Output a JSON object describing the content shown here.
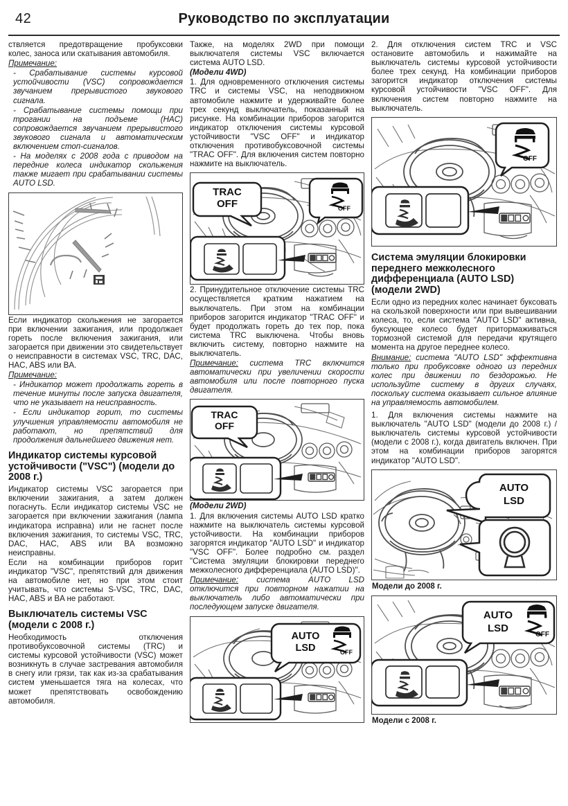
{
  "header": {
    "page_number": "42",
    "title": "Руководство по эксплуатации"
  },
  "columns": {
    "left": {
      "p1": "ствляется предотвращение пробуксовки колес, заноса или скатывания автомобиля.",
      "note_label_1": "Примечание:",
      "note1": "- Срабатывание системы курсовой устойчивости (VSC) сопровождается звучанием прерывистого звукового сигнала.",
      "note2": "- Срабатывание системы помощи при трогании на подъеме (HAC) сопровождается звучанием прерывистого звукового сигнала и автоматическим включением стоп-сигналов.",
      "note3": "- На моделях с 2008 года с приводом на передние колеса индикатор скольжения также мигает при срабатывании системы AUTO LSD.",
      "fig1_name": "Комбинация приборов с индикатором скольжения",
      "p2": "Если индикатор скольжения не загорается при включении зажигания, или продолжает гореть после включения зажигания, или загорается при движении это свидетельствует о неисправности в системах VSC, TRC, DAC, HAC, ABS или BA.",
      "note_label_2": "Примечание:",
      "note4": "- Индикатор может продолжать гореть в течение минуты после запуска двигателя, что не указывает на неисправность.",
      "note5": "- Если индикатор горит, то системы улучшения управляемости автомобиля не работают, но препятствий для продолжения дальнейшего движения нет.",
      "h1": "Индикатор системы курсовой устойчивости (\"VSC\") (модели до 2008 г.)",
      "p3": "Индикатор системы VSC загорается при включении зажигания, а затем должен погаснуть. Если индикатор системы VSC не загорается при включении зажигания (лампа индикатора исправна) или не гаснет после включения зажигания, то системы VSC, TRC, DAC, HAC, ABS или BA возможно неисправны.",
      "p4": "Если на комбинации приборов горит индикатор \"VSC\", препятствий для движения на автомобиле нет, но при этом стоит учитывать, что системы S-VSC, TRC, DAC, HAC, ABS и BA не работают.",
      "h2": "Выключатель системы VSC (модели с 2008 г.)",
      "p5": "Необходимость отключения противобуксовочной системы (TRC) и системы курсовой устойчивости (VSC) может возникнуть в случае застревания автомобиля в снегу или грязи, так как из-за срабатывания систем уменьшается тяга на колесах, что может препятствовать освобождению автомобиля."
    },
    "middle": {
      "p1": "Также, на моделях 2WD при помощи выключателя системы VSC включается система AUTO LSD.",
      "sub1": "(Модели 4WD)",
      "p2": "1. Для одновременного отключения системы TRC и системы VSC, на неподвижном автомобиле нажмите и удерживайте более трех секунд выключатель, показанный на рисунке. На комбинации приборов загорится индикатор отключения системы курсовой устойчивости \"VSC OFF\" и индикатор отключения противобуксовочной системы \"TRAC OFF\". Для включения систем повторно нажмите на выключатель.",
      "fig1_name": "Салон: выключатель TRAC OFF (модели 4WD)",
      "p3": "2. Принудительное отключение системы TRC осуществляется кратким нажатием на выключатель. При этом на комбинации приборов загорится индикатор \"TRAC OFF\" и будет продолжать гореть до тех пор, пока система TRC выключена. Чтобы вновь включить систему, повторно нажмите на выключатель.",
      "note_label": "Примечание:",
      "note1": " система TRC включится автоматически при увеличении скорости автомобиля или после повторного пуска двигателя.",
      "fig2_name": "Салон: выключатель TRAC OFF",
      "sub2": "(Модели 2WD)",
      "p4": "1. Для включения системы AUTO LSD кратко нажмите на выключатель системы курсовой устойчивости. На комбинации приборов загорятся индикатор \"AUTO LSD\" и индикатор \"VSC OFF\". Более подробно см. раздел \"Система эмуляции блокировки переднего межколесного дифференциала (AUTO LSD)\".",
      "note_label2": "Примечание:",
      "note2": " система AUTO LSD отключится при повторном нажатии на выключатель либо автоматически при последующем запуске двигателя.",
      "fig3_name": "Салон: индикатор AUTO LSD / VSC OFF"
    },
    "right": {
      "p1": "2. Для отключения систем TRC и VSC остановите автомобиль и нажимайте на выключатель системы курсовой устойчивости более трех секунд. На комбинации приборов загорится индикатор отключения системы курсовой устойчивости \"VSC OFF\". Для включения систем повторно нажмите на выключатель.",
      "fig1_name": "Салон: выключатель VSC OFF",
      "h1": "Система эмуляции блокировки переднего межколесного дифференциала (AUTO LSD) (модели 2WD)",
      "p2": "Если одно из передних колес начинает буксовать на скользкой поверхности или при вывешивании колеса, то, если система \"AUTO LSD\" активна, буксующее колесо будет притормаживаться тормозной системой для передачи крутящего момента на другое переднее колесо.",
      "warn_label": "Внимание:",
      "warn": " система \"AUTO LSD\" эффективна только при пробуксовке одного из передних колес при движении по бездорожью. Не используйте систему в других случаях, поскольку система оказывает сильное влияние на управляемость автомобилем.",
      "p3": "1. Для включения системы нажмите на выключатель \"AUTO LSD\" (модели до 2008 г.) / выключатель системы курсовой устойчивости (модели с 2008 г.), когда двигатель включен. При этом на комбинации приборов загорятся индикатор \"AUTO LSD\".",
      "fig2_name": "Салон: индикатор AUTO LSD (модели до 2008 г.)",
      "cap1": "Модели до 2008 г.",
      "fig3_name": "Салон: индикатор AUTO LSD (модели с 2008 г.)",
      "cap2": "Модели с 2008 г."
    }
  },
  "figure_labels": {
    "trac_off_line1": "TRAC",
    "trac_off_line2": "OFF",
    "auto_line1": "AUTO",
    "auto_line2": "LSD",
    "off_small": "OFF"
  },
  "colors": {
    "ink": "#1a1a1a",
    "line": "#3a3a3a",
    "drawing": "#4a4a4a",
    "light_drawing": "#9a9a9a"
  }
}
